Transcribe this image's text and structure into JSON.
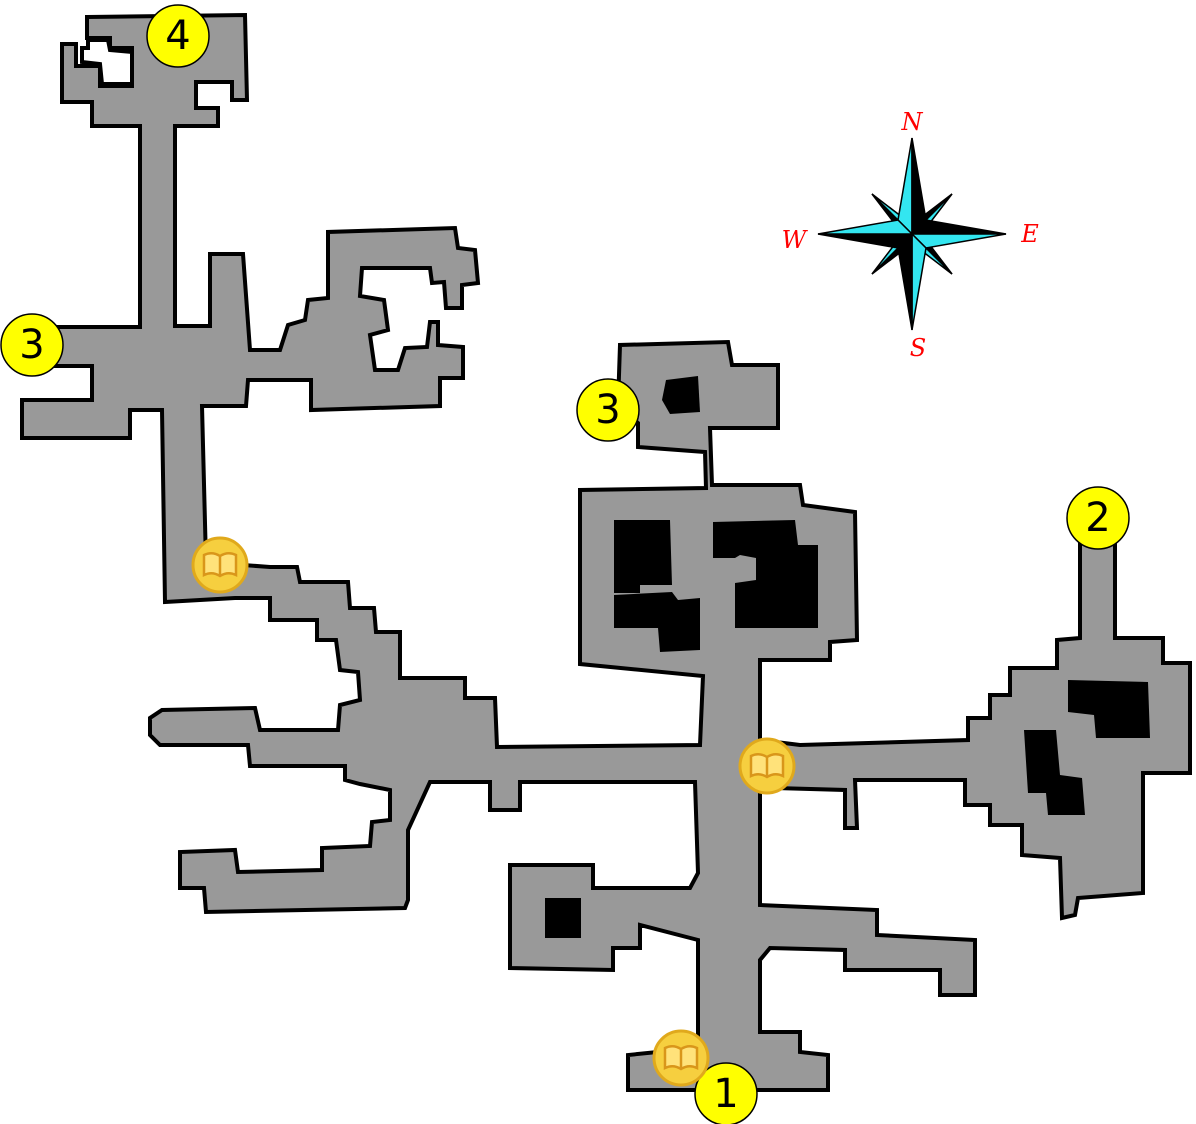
{
  "compass": {
    "north": "N",
    "east": "E",
    "south": "S",
    "west": "W",
    "colors": {
      "light": "#33e6f0",
      "dark": "#000000",
      "label": "#ff0000"
    }
  },
  "markers": [
    {
      "label": "4"
    },
    {
      "label": "3"
    },
    {
      "label": "3"
    },
    {
      "label": "2"
    },
    {
      "label": "1"
    }
  ],
  "books": [
    {
      "icon": "book-icon"
    },
    {
      "icon": "book-icon"
    },
    {
      "icon": "book-icon"
    }
  ],
  "colors": {
    "floor": "#999999",
    "wall": "#000000",
    "marker": "#ffff00",
    "book": "#f6cf3f"
  }
}
